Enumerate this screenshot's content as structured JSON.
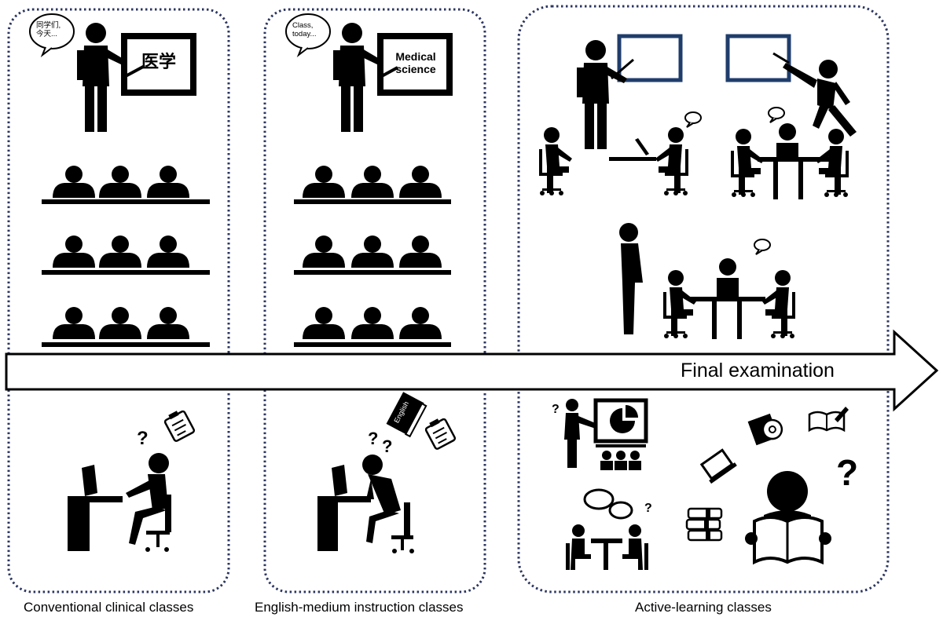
{
  "panels": [
    {
      "caption": "Conventional clinical classes",
      "board_text": "医学",
      "speech_bubble": [
        "同学们,",
        "今天..."
      ]
    },
    {
      "caption": "English-medium instruction classes",
      "board_text": [
        "Medical",
        "science"
      ],
      "speech_bubble": [
        "Class,",
        "today..."
      ],
      "book_label": "English"
    },
    {
      "caption": "Active-learning classes"
    }
  ],
  "arrow": {
    "label": "Final examination"
  },
  "colors": {
    "ink": "#000000",
    "frame_border": "#2b3560",
    "board_blue": "#1f3d6b"
  },
  "icons": [
    "teacher-at-board-icon",
    "student-rows-icon",
    "self-study-desk-icon",
    "group-discussion-icon",
    "presentation-icon",
    "book-icon",
    "laptop-icon",
    "cd-icon",
    "reading-student-icon",
    "question-mark-icon"
  ]
}
